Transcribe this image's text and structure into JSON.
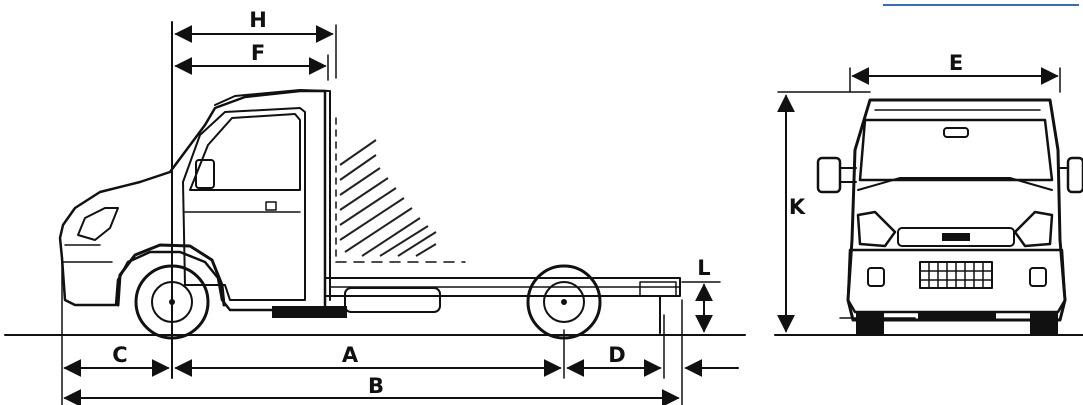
{
  "labels": {
    "a": "A",
    "b": "B",
    "c": "C",
    "d": "D",
    "e": "E",
    "f": "F",
    "h": "H",
    "k": "K",
    "l": "L"
  },
  "colors": {
    "ink": "#111111",
    "accent_bar": "#2f6fc8"
  }
}
